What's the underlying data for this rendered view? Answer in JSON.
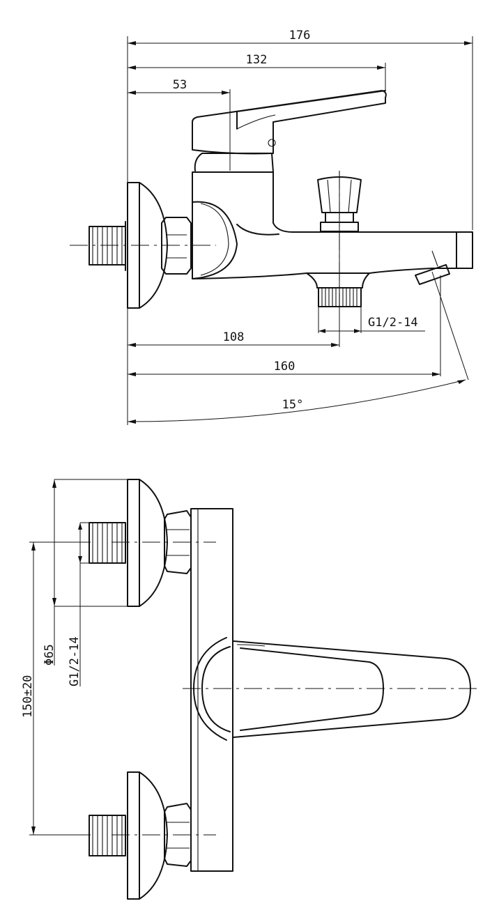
{
  "colors": {
    "line": "#111111",
    "background": "#ffffff"
  },
  "top_view": {
    "dims": {
      "overall_length": "176",
      "spout_to_lever_tip": "132",
      "lever_axis": "53",
      "wall_to_outlet": "108",
      "wall_to_spout_tip": "160",
      "spout_angle": "15°",
      "outlet_thread": "G1/2-14"
    }
  },
  "front_view": {
    "dims": {
      "center_distance": "150±20",
      "flange_diameter": "Φ65",
      "inlet_thread": "G1/2-14"
    }
  }
}
